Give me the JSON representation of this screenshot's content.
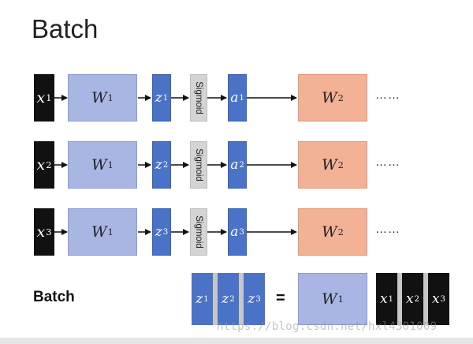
{
  "title": "Batch",
  "rows": [
    {
      "x_base": "x",
      "x_sup": "1",
      "w1_base": "W",
      "w1_sup": "1",
      "z_base": "z",
      "z_sup": "1",
      "sigmoid": "Sigmoid",
      "a_base": "a",
      "a_sup": "1",
      "w2_base": "W",
      "w2_sup": "2",
      "dots": "……"
    },
    {
      "x_base": "x",
      "x_sup": "2",
      "w1_base": "W",
      "w1_sup": "1",
      "z_base": "z",
      "z_sup": "2",
      "sigmoid": "Sigmoid",
      "a_base": "a",
      "a_sup": "2",
      "w2_base": "W",
      "w2_sup": "2",
      "dots": "……"
    },
    {
      "x_base": "x",
      "x_sup": "3",
      "w1_base": "W",
      "w1_sup": "1",
      "z_base": "z",
      "z_sup": "3",
      "sigmoid": "Sigmoid",
      "a_base": "a",
      "a_sup": "3",
      "w2_base": "W",
      "w2_sup": "2",
      "dots": "……"
    }
  ],
  "batch": {
    "label": "Batch",
    "z": [
      {
        "base": "z",
        "sup": "1"
      },
      {
        "base": "z",
        "sup": "2"
      },
      {
        "base": "z",
        "sup": "3"
      }
    ],
    "equals": "=",
    "w_base": "W",
    "w_sup": "1",
    "x": [
      {
        "base": "x",
        "sup": "1"
      },
      {
        "base": "x",
        "sup": "2"
      },
      {
        "base": "x",
        "sup": "3"
      }
    ]
  },
  "watermark": "https://blog.csdn.net/hxl4301009",
  "colors": {
    "input": "#111111",
    "w1": "#a9b6e4",
    "z": "#4a72c6",
    "sigmoid": "#d4d4d4",
    "w2": "#f3b196"
  }
}
